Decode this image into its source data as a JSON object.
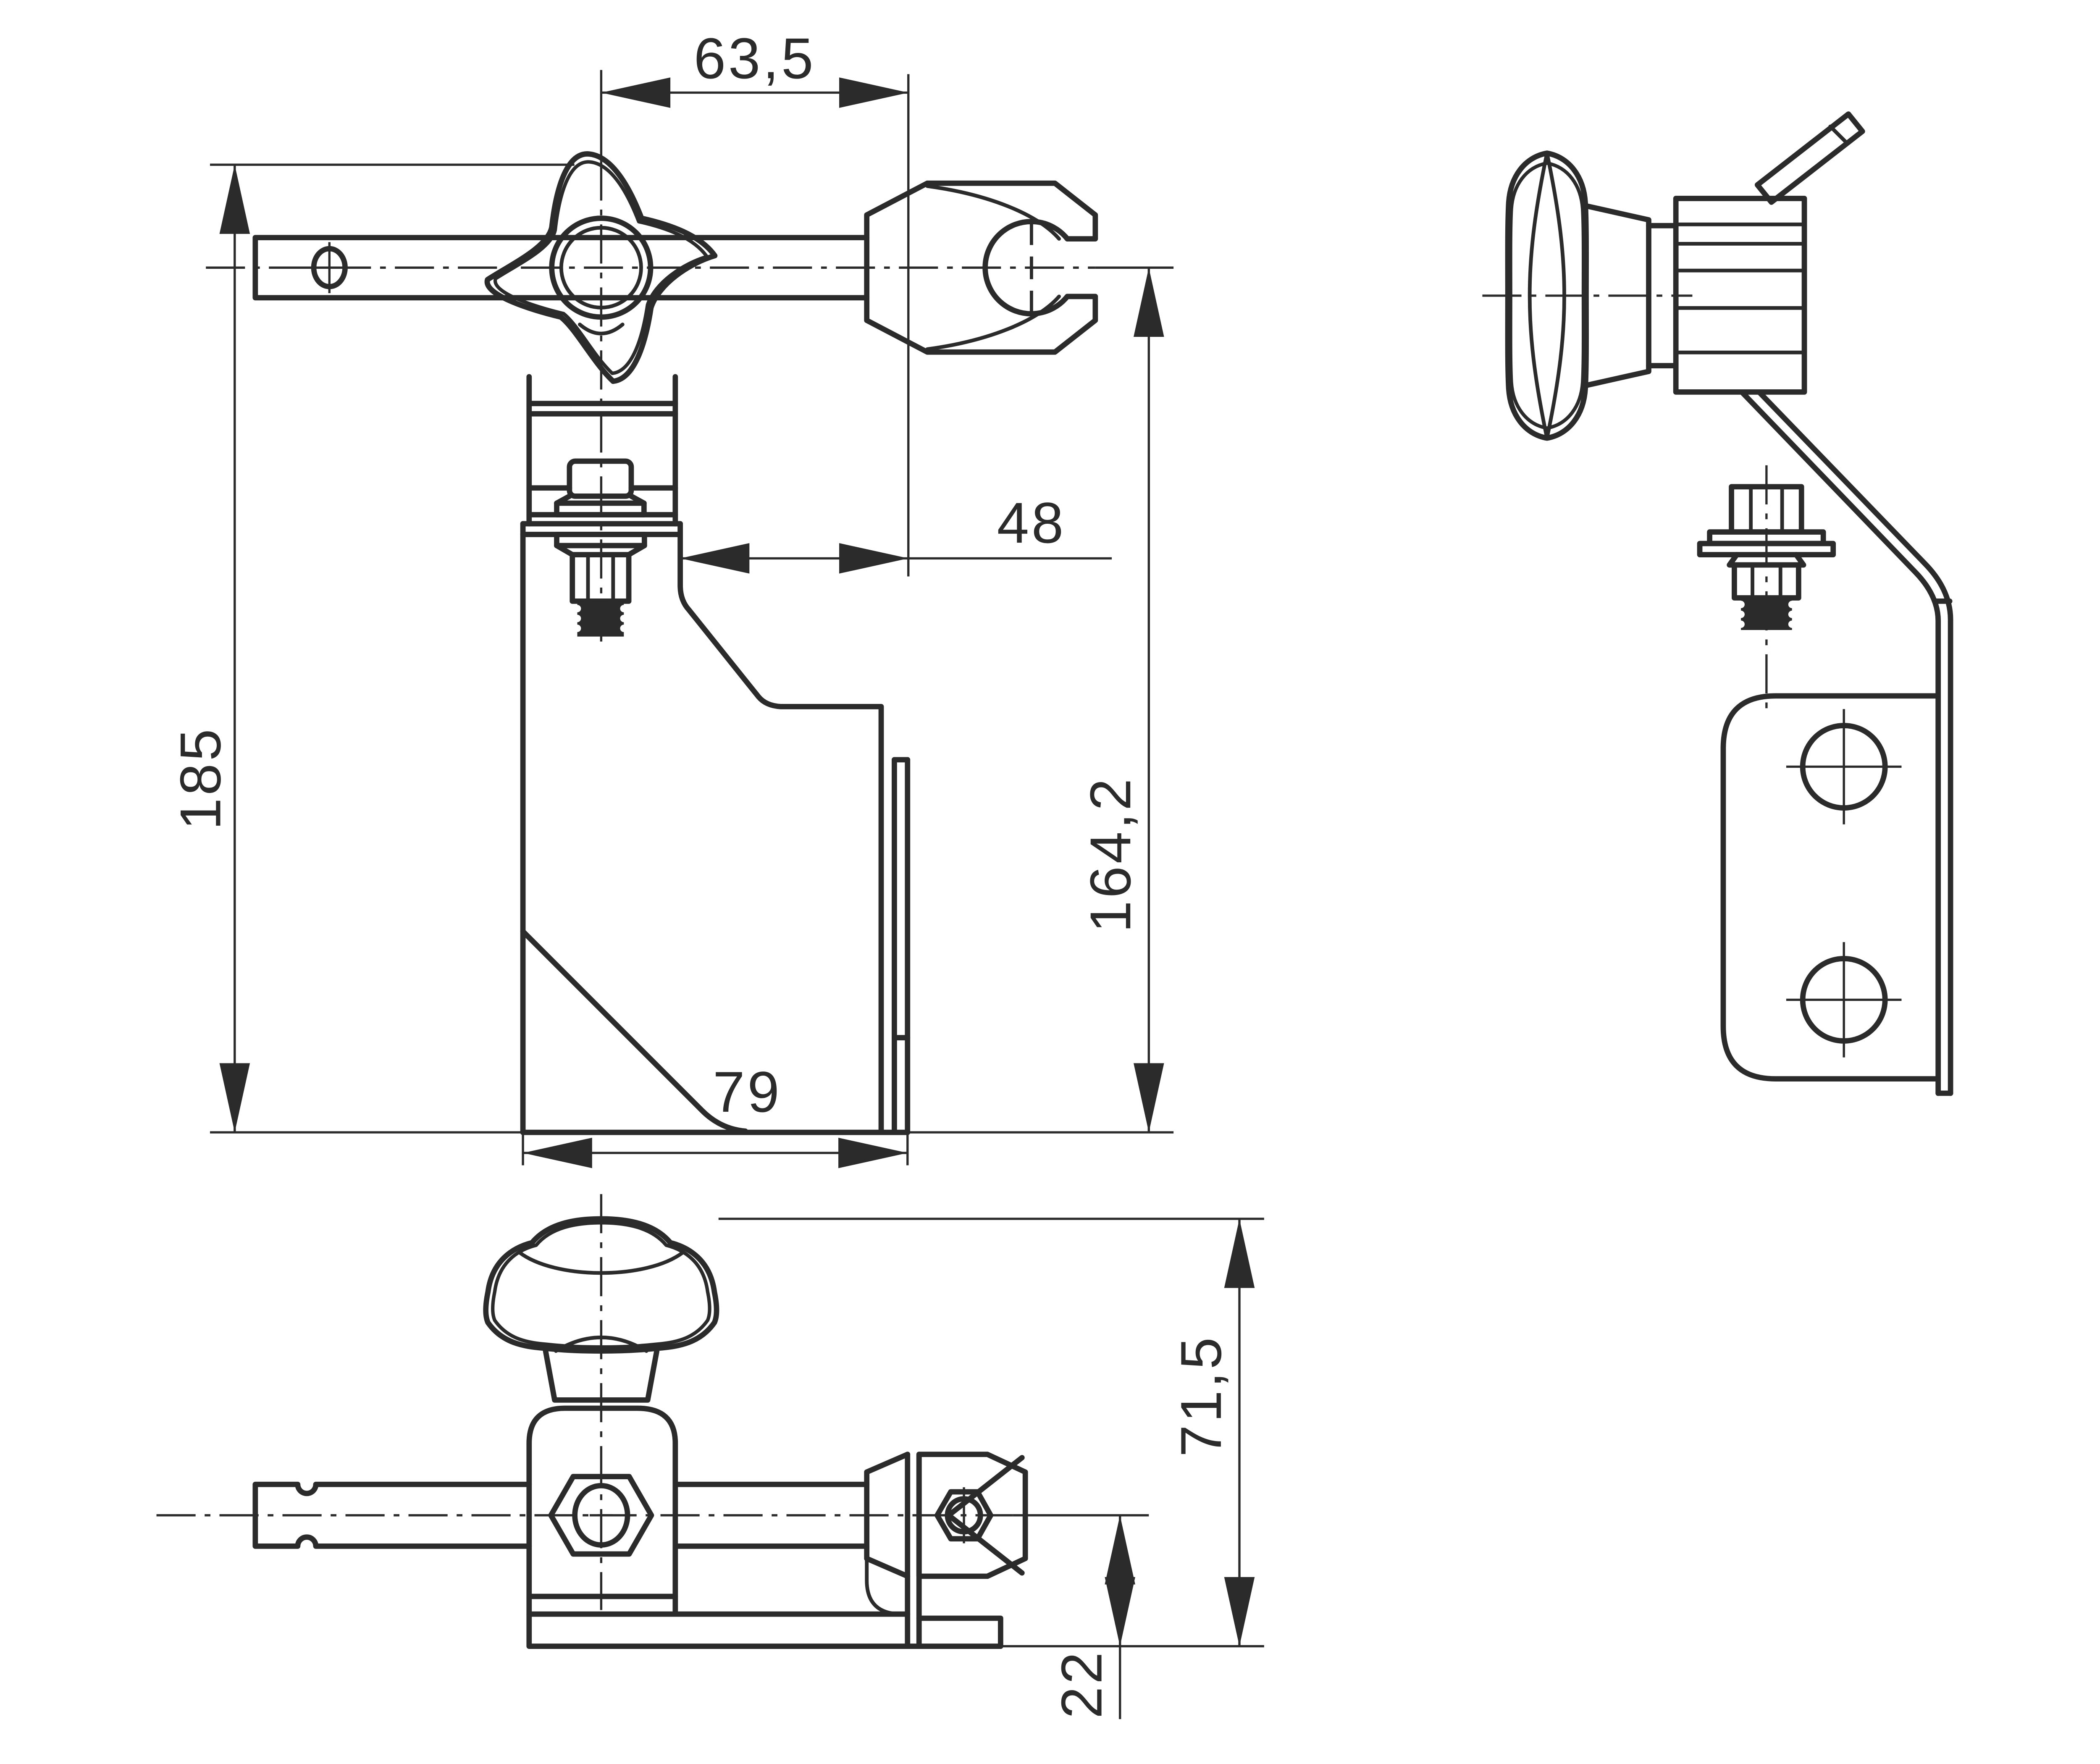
{
  "meta": {
    "background_color": "#ffffff",
    "line_color": "#2b2b2b",
    "drawing_type": "technical-dimension-drawing"
  },
  "dims": {
    "d63_5": {
      "label": "63,5"
    },
    "d48": {
      "label": "48"
    },
    "d185": {
      "label": "185"
    },
    "d164_2": {
      "label": "164,2"
    },
    "d79": {
      "label": "79"
    },
    "d71_5": {
      "label": "71,5"
    },
    "d22": {
      "label": "22"
    }
  }
}
